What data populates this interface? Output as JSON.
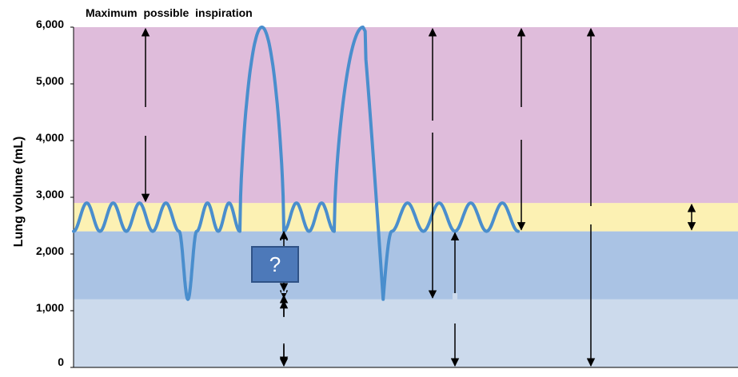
{
  "colors": {
    "band_irv": "#dfbcdb",
    "band_tv": "#fcf1b3",
    "band_erv": "#aac3e4",
    "band_rv": "#ccdaec",
    "trace": "#4a8ecd",
    "question_box": "#4d79b9",
    "question_box_border": "#2f5286",
    "arrow": "#000000"
  },
  "chart_data": {
    "type": "line",
    "title": "Maximum  possible  inspiration",
    "ylabel": "Lung volume (mL)",
    "xlabel": "",
    "ylim": [
      0,
      6000
    ],
    "yticks": [
      {
        "value": 0,
        "label": "0"
      },
      {
        "value": 1000,
        "label": "1,000"
      },
      {
        "value": 2000,
        "label": "2,000"
      },
      {
        "value": 3000,
        "label": "3,000"
      },
      {
        "value": 4000,
        "label": "4,000"
      },
      {
        "value": 5000,
        "label": "5,000"
      },
      {
        "value": 6000,
        "label": "6,000"
      }
    ],
    "bands": [
      {
        "key": "band_rv",
        "from": 0,
        "to": 1200
      },
      {
        "key": "band_erv",
        "from": 1200,
        "to": 2400
      },
      {
        "key": "band_tv",
        "from": 2400,
        "to": 2900
      },
      {
        "key": "band_irv",
        "from": 2900,
        "to": 6000
      }
    ],
    "tidal_range": [
      2400,
      2900
    ],
    "trace_events": [
      {
        "kind": "tidal",
        "cycles": 4
      },
      {
        "kind": "forced_expiration",
        "min": 1200
      },
      {
        "kind": "tidal",
        "cycles": 2
      },
      {
        "kind": "max_inspiration",
        "max": 6000
      },
      {
        "kind": "tidal",
        "cycles": 2
      },
      {
        "kind": "max_inspiration_then_expiration",
        "max": 6000,
        "min": 1200
      },
      {
        "kind": "tidal",
        "cycles": 4
      }
    ],
    "question_label": "?"
  }
}
